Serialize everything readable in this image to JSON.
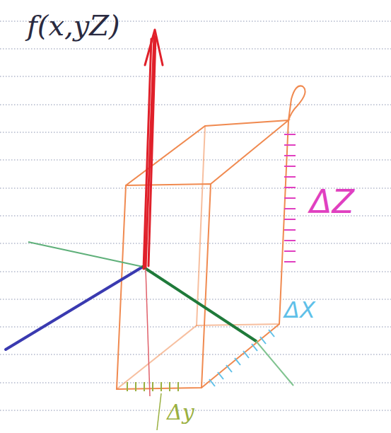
{
  "diagram": {
    "labels": [
      "f(x,yZ)",
      "ΔZ",
      "ΔX",
      "Δy"
    ]
  }
}
